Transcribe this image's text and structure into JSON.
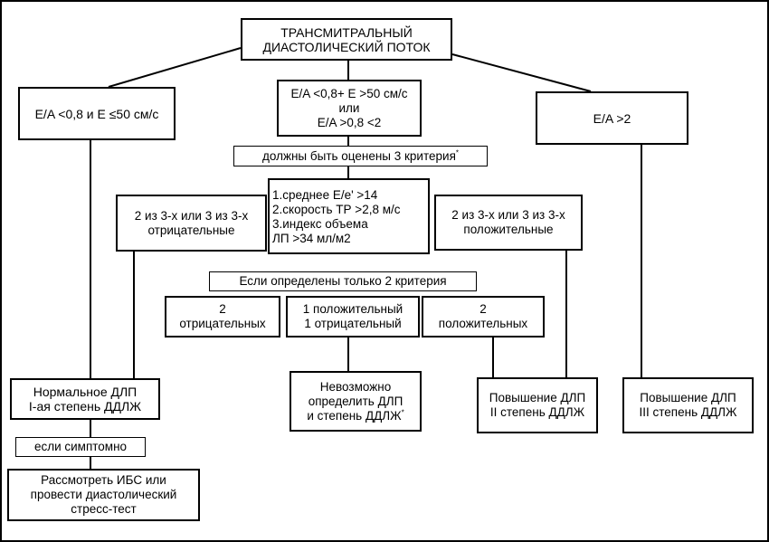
{
  "nodes": {
    "root": "ТРАНСМИТРАЛЬНЫЙ\nДИАСТОЛИЧЕСКИЙ ПОТОК",
    "left_cond": "E/A  <0,8 и E ≤50 см/с",
    "mid_cond": "E/A <0,8+ E >50 см/с\nили\nE/A >0,8 <2",
    "right_cond": "E/A >2",
    "criteria_title": "должны быть оценены 3 критерия",
    "criteria_list": "1.среднее E/e' >14\n2.скорость ТР >2,8 м/с\n3.индекс объема\n   ЛП >34 мл/м2",
    "neg_2of3": "2 из 3-х или 3 из 3-х\nотрицательные",
    "pos_2of3": "2 из 3-х или 3 из 3-х\nположительные",
    "only2_title": "Если определены только 2 критерия",
    "two_neg": "2\nотрицательных",
    "one_pos_one_neg": "1 положительный\n1 отрицательный",
    "two_pos": "2\nположительных",
    "normal": "Нормальное ДЛП\nI-ая степень ДДЛЖ",
    "if_symptomatic": "если симптомно",
    "consider": "Рассмотреть ИБС или\nпровести диастолический\nстресс-тест",
    "undetermined": "Невозможно\nопределить ДЛП\nи степень ДДЛЖ",
    "grade2": "Повышение ДЛП\nII степень ДДЛЖ",
    "grade3": "Повышение ДЛП\nIII степень ДДЛЖ",
    "footnote_mark": "*"
  }
}
